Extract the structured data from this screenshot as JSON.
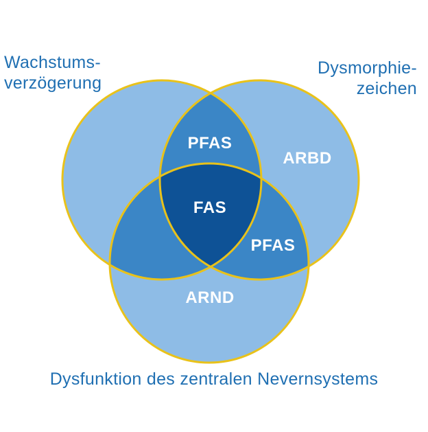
{
  "labels": {
    "top_left": [
      "Wachstums-",
      "verzögerung"
    ],
    "top_right": [
      "Dysmorphie-",
      "zeichen"
    ],
    "bottom": "Dysfunktion des zentralen Nevernsystems"
  },
  "regions": {
    "pfas_top": "PFAS",
    "arbd": "ARBD",
    "fas": "FAS",
    "pfas_right": "PFAS",
    "arnd": "ARND"
  },
  "colors": {
    "single": "#8ebce6",
    "double": "#3b86c6",
    "triple": "#0e5296",
    "outline": "#e9c21a",
    "caption_text": "#1f6fb2",
    "region_text": "#ffffff"
  }
}
